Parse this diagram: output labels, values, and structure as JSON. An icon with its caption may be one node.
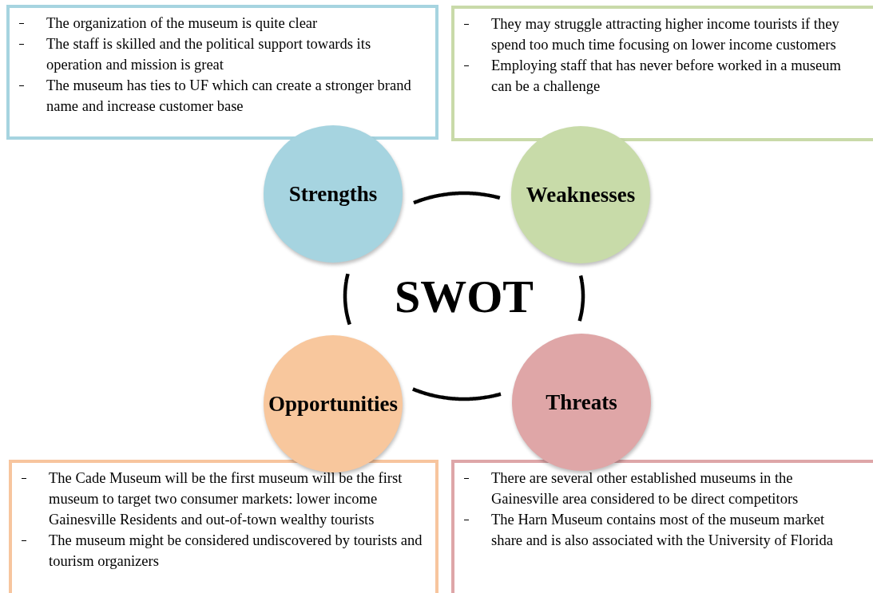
{
  "diagram": {
    "nodes": [
      {
        "text": [
          "The organization of the museum is quite clear",
          "The staff is skilled and the political support towards its operation and mission is great",
          "The museum has ties to UF which can create a stronger brand name and increase customer base"
        ]
      },
      {
        "text": [
          "They may struggle attracting higher income tourists if they spend too much time focusing on lower income customers",
          "Employing staff that has never before worked in a museum can be a challenge"
        ]
      },
      {
        "text": [
          "Strengths"
        ]
      },
      {
        "text": [
          "Weaknesses"
        ]
      },
      {
        "text": [
          "SWOT"
        ]
      },
      {
        "text": [
          "Opportunities"
        ]
      },
      {
        "text": [
          "Threats"
        ]
      },
      {
        "text": [
          "The Cade Museum will be the first museum will be the first museum to target two consumer markets: lower income Gainesville Residents and out-of-town wealthy tourists",
          "The museum might be considered undiscovered by tourists and tourism organizers"
        ]
      },
      {
        "text": [
          "There are several other established museums in the Gainesville area considered to be direct competitors",
          "The Harn Museum contains most of the museum market share and is also associated with the University of Florida"
        ]
      }
    ],
    "edges": []
  }
}
